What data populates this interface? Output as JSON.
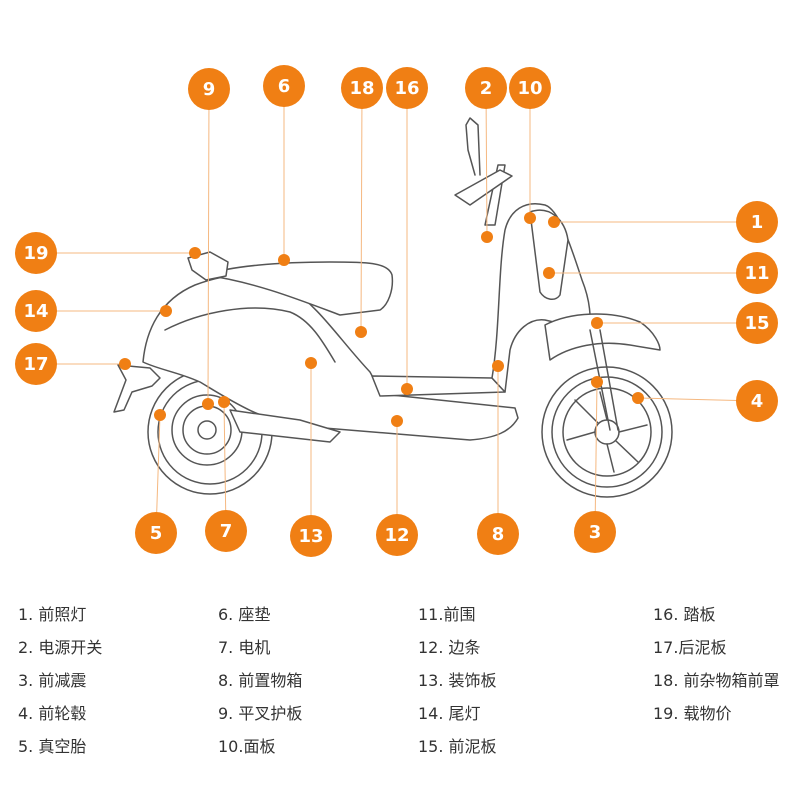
{
  "colors": {
    "accent": "#F07F14",
    "line": "#F5B880",
    "outline": "#555555"
  },
  "callouts": [
    {
      "number": "1",
      "label": "前照灯"
    },
    {
      "number": "2",
      "label": "电源开关"
    },
    {
      "number": "3",
      "label": "前减震"
    },
    {
      "number": "4",
      "label": "前轮毂"
    },
    {
      "number": "5",
      "label": "真空胎"
    },
    {
      "number": "6",
      "label": "座垫"
    },
    {
      "number": "7",
      "label": "电机"
    },
    {
      "number": "8",
      "label": "前置物箱"
    },
    {
      "number": "9",
      "label": "平叉护板"
    },
    {
      "number": "10",
      "label": "面板"
    },
    {
      "number": "11",
      "label": "前围"
    },
    {
      "number": "12",
      "label": "边条"
    },
    {
      "number": "13",
      "label": "装饰板"
    },
    {
      "number": "14",
      "label": "尾灯"
    },
    {
      "number": "15",
      "label": "前泥板"
    },
    {
      "number": "16",
      "label": "踏板"
    },
    {
      "number": "17",
      "label": "后泥板"
    },
    {
      "number": "18",
      "label": "前杂物箱前罩"
    },
    {
      "number": "19",
      "label": "载物价"
    }
  ],
  "legend": [
    [
      "1. 前照灯",
      "6. 座垫",
      "11.前围",
      "16. 踏板"
    ],
    [
      "2. 电源开关",
      "7. 电机",
      "12. 边条",
      "17.后泥板"
    ],
    [
      "3. 前减震",
      "8. 前置物箱",
      "13. 装饰板",
      "18. 前杂物箱前罩"
    ],
    [
      "4. 前轮毂",
      "9. 平叉护板",
      "14. 尾灯",
      "19. 载物价"
    ],
    [
      "5. 真空胎",
      "10.面板",
      "15. 前泥板"
    ]
  ]
}
